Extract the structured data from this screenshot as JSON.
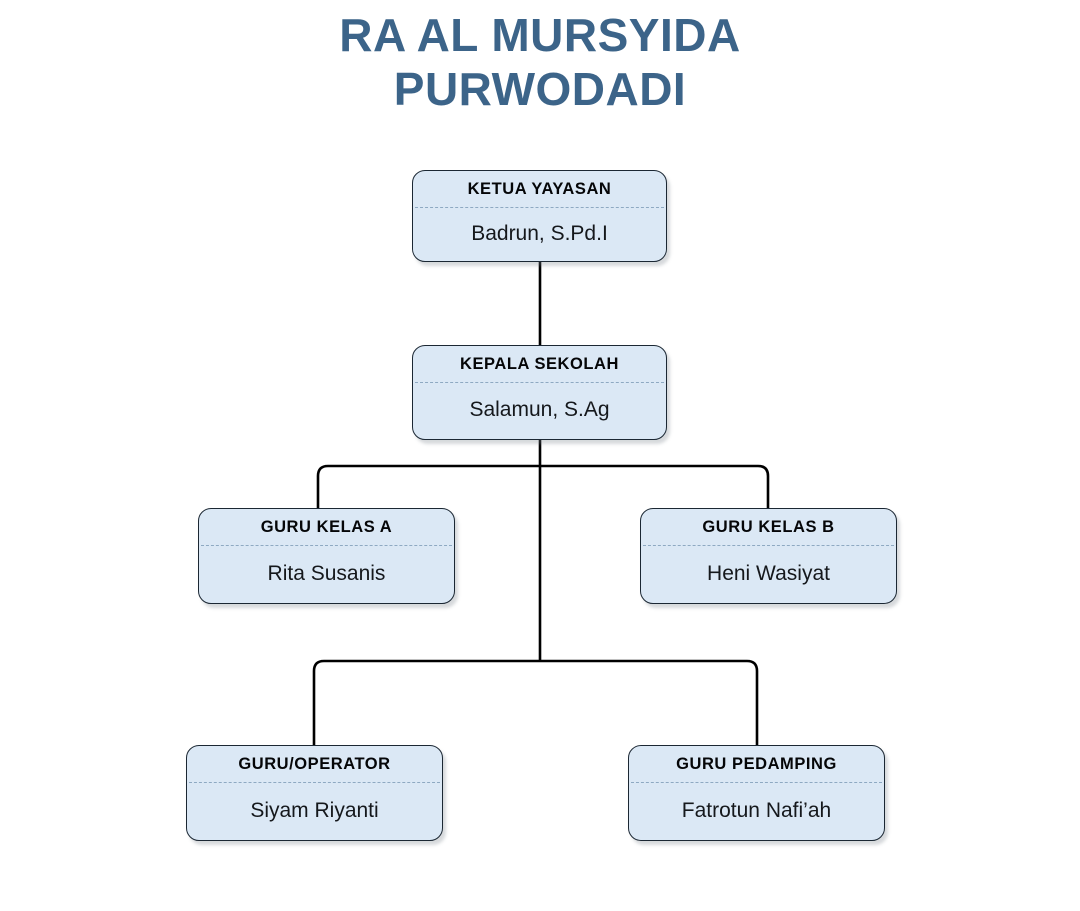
{
  "title": {
    "text": "RA AL MURSYIDA\nPURWODADI",
    "line1": "RA AL MURSYIDA",
    "line2": "PURWODADI",
    "color": "#3c6489"
  },
  "theme": {
    "box_fill": "#dbe8f5",
    "box_border": "#1b2733",
    "divider": "#8ea9c2",
    "connector": "#000000",
    "title_text": "#050608",
    "name_text": "#15181c",
    "background": "#ffffff"
  },
  "chart_data": {
    "type": "org-chart",
    "title": "RA AL MURSYIDA PURWODADI",
    "levels": 4,
    "nodes": [
      {
        "id": "ketua-yayasan",
        "role": "KETUA YAYASAN",
        "name": "Badrun, S.Pd.I",
        "level": 1,
        "parent": null
      },
      {
        "id": "kepala-sekolah",
        "role": "KEPALA SEKOLAH",
        "name": "Salamun, S.Ag",
        "level": 2,
        "parent": "ketua-yayasan"
      },
      {
        "id": "guru-kelas-a",
        "role": "GURU KELAS A",
        "name": "Rita Susanis",
        "level": 3,
        "parent": "kepala-sekolah"
      },
      {
        "id": "guru-kelas-b",
        "role": "GURU KELAS B",
        "name": "Heni Wasiyat",
        "level": 3,
        "parent": "kepala-sekolah"
      },
      {
        "id": "guru-operator",
        "role": "GURU/OPERATOR",
        "name": "Siyam Riyanti",
        "level": 4,
        "parent": "kepala-sekolah"
      },
      {
        "id": "guru-pedamping",
        "role": "GURU PEDAMPING",
        "name": "Fatrotun Nafi’ah",
        "level": 4,
        "parent": "kepala-sekolah"
      }
    ]
  },
  "nodes": {
    "ketua_yayasan": {
      "role": "KETUA YAYASAN",
      "name": "Badrun, S.Pd.I"
    },
    "kepala_sekolah": {
      "role": "KEPALA SEKOLAH",
      "name": "Salamun, S.Ag"
    },
    "guru_kelas_a": {
      "role": "GURU KELAS A",
      "name": "Rita Susanis"
    },
    "guru_kelas_b": {
      "role": "GURU KELAS B",
      "name": "Heni Wasiyat"
    },
    "guru_operator": {
      "role": "GURU/OPERATOR",
      "name": "Siyam Riyanti"
    },
    "guru_pedamping": {
      "role": "GURU PEDAMPING",
      "name": "Fatrotun Nafi’ah"
    }
  }
}
